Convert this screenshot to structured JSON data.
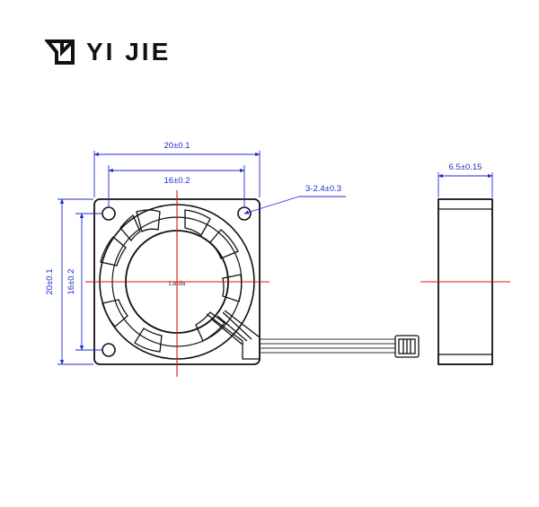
{
  "brand": {
    "name": "YI JIE",
    "logo_icon": "yj-logo-icon"
  },
  "colors": {
    "dimension": "#1f2bd0",
    "centerline": "#e01010",
    "outline": "#111111"
  },
  "front_view": {
    "outer_width": "20±0.1",
    "hole_spacing_width": "16±0.2",
    "outer_height": "20±0.1",
    "hole_spacing_height": "16±0.2",
    "mounting_holes": "3-2.4±0.3",
    "hub_label": "Labla"
  },
  "side_view": {
    "thickness": "6.5±0.15"
  }
}
